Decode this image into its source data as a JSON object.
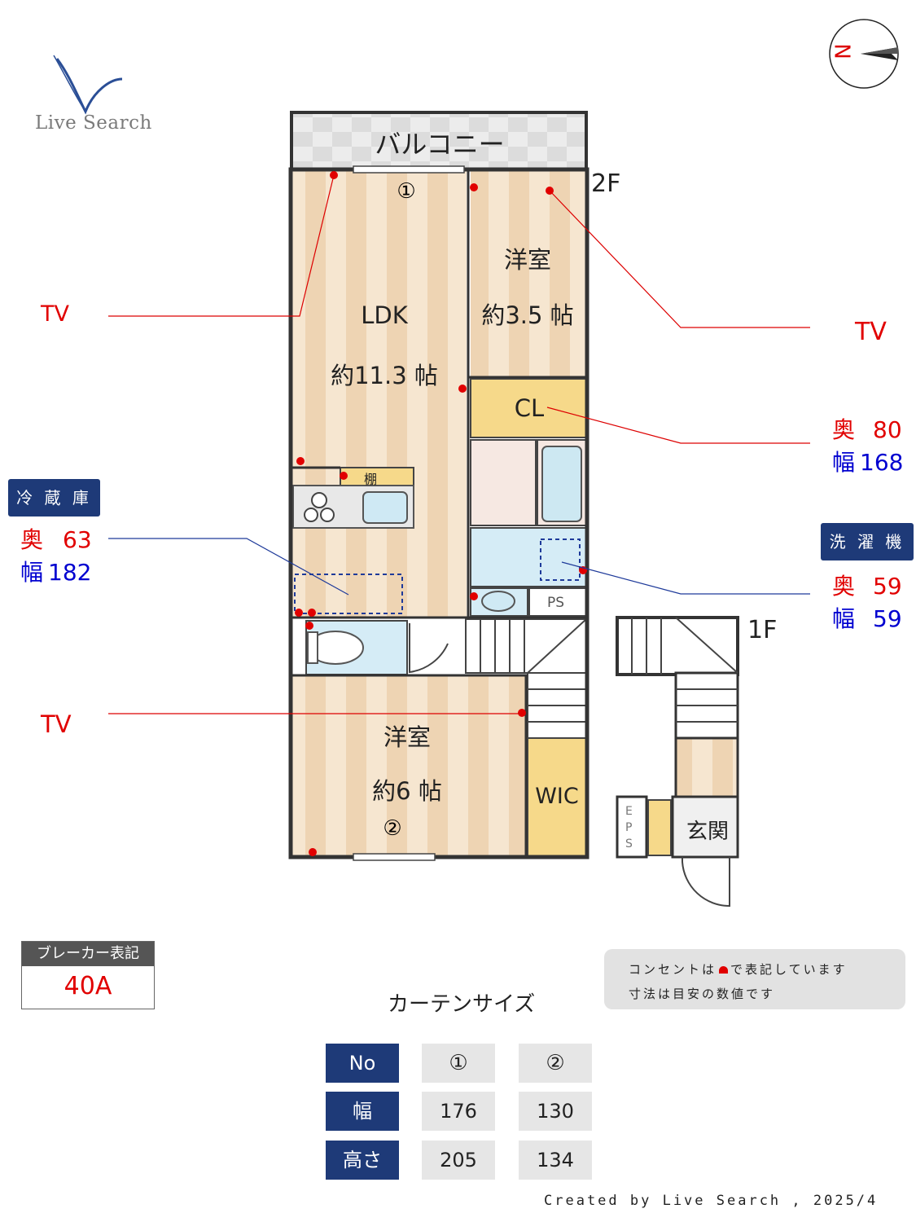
{
  "logo": {
    "brand": "Live Search"
  },
  "compass": {
    "letter": "N"
  },
  "floor_labels": {
    "upper": "2F",
    "lower": "1F"
  },
  "rooms": {
    "balcony": "バルコニー",
    "ldk_name": "LDK",
    "ldk_size": "約11.3 帖",
    "western1_name": "洋室",
    "western1_size": "約3.5 帖",
    "closet": "CL",
    "shelf": "棚",
    "ps": "PS",
    "western2_name": "洋室",
    "western2_size": "約6 帖",
    "wic": "WIC",
    "entrance": "玄関",
    "eps": "EPS",
    "window1": "①",
    "window2": "②"
  },
  "annotations": {
    "tv_left_top": "TV",
    "tv_right": "TV",
    "tv_left_bottom": "TV",
    "cl_depth_label": "奥",
    "cl_depth": "80",
    "cl_width_label": "幅",
    "cl_width": "168",
    "fridge_title": "冷 蔵 庫",
    "fridge_depth_label": "奥",
    "fridge_depth": "63",
    "fridge_width_label": "幅",
    "fridge_width": "182",
    "washer_title": "洗 濯 機",
    "washer_depth_label": "奥",
    "washer_depth": "59",
    "washer_width_label": "幅",
    "washer_width": "59"
  },
  "breaker": {
    "label": "ブレーカー表記",
    "value": "40A"
  },
  "legend": {
    "line1": "コンセントは",
    "line1b": "で表記しています",
    "line2": "寸法は目安の数値です"
  },
  "curtain": {
    "title": "カーテンサイズ",
    "header": [
      "No",
      "①",
      "②"
    ],
    "rows": [
      {
        "label": "幅",
        "values": [
          "176",
          "130"
        ]
      },
      {
        "label": "高さ",
        "values": [
          "205",
          "134"
        ]
      }
    ]
  },
  "footer": {
    "credit": "Created by Live Search , 2025/4"
  },
  "colors": {
    "navy": "#1e3a78",
    "outlet_red": "#e10000",
    "floor_stripe": "#efd7b8",
    "closet_yellow": "#f6d98a",
    "wet_blue": "#d5ecf6"
  }
}
